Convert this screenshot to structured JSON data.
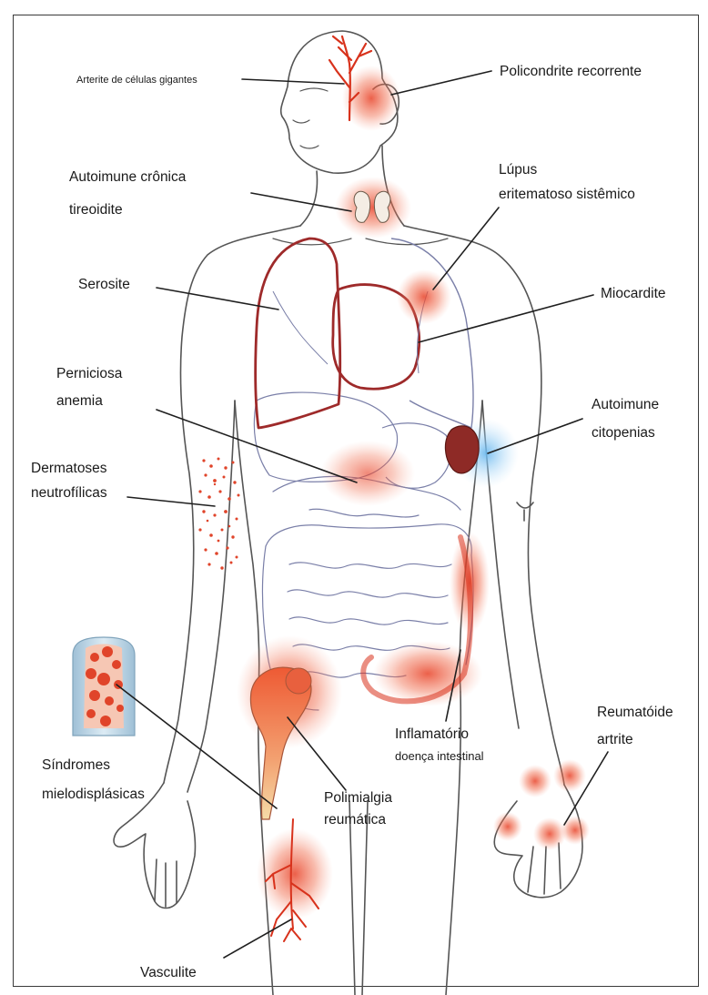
{
  "labels": {
    "giant_cell": "Arterite de células gigantes",
    "polychondritis": "Policondrite recorrente",
    "thyroiditis_1": "Autoimune crônica",
    "thyroiditis_2": "tireoidite",
    "lupus_1": "Lúpus",
    "lupus_2": "eritematoso sistêmico",
    "serositis": "Serosite",
    "myocarditis": "Miocardite",
    "anemia_1": "Perniciosa",
    "anemia_2": "anemia",
    "cytopenias_1": "Autoimune",
    "cytopenias_2": "citopenias",
    "dermatoses_1": "Dermatoses",
    "dermatoses_2": "neutrofílicas",
    "ibd_1": "Inflamatório",
    "ibd_2": "doença intestinal",
    "ra_1": "Reumatóide",
    "ra_2": "artrite",
    "mds_1": "Síndromes",
    "mds_2": "mielodisplásicas",
    "pmr_1": "Polimialgia",
    "pmr_2": "reumática",
    "vasculitis": "Vasculite"
  },
  "colors": {
    "inflammation": "#e8442a",
    "vessel": "#d8321c",
    "organ_outline": "#9e2a2a",
    "spleen": "#8e2a26",
    "cytopenia_glow": "#6ab8ee",
    "body_line": "#555555",
    "gut_line": "#7a7fa8",
    "leader_line": "#1f1f1f"
  }
}
